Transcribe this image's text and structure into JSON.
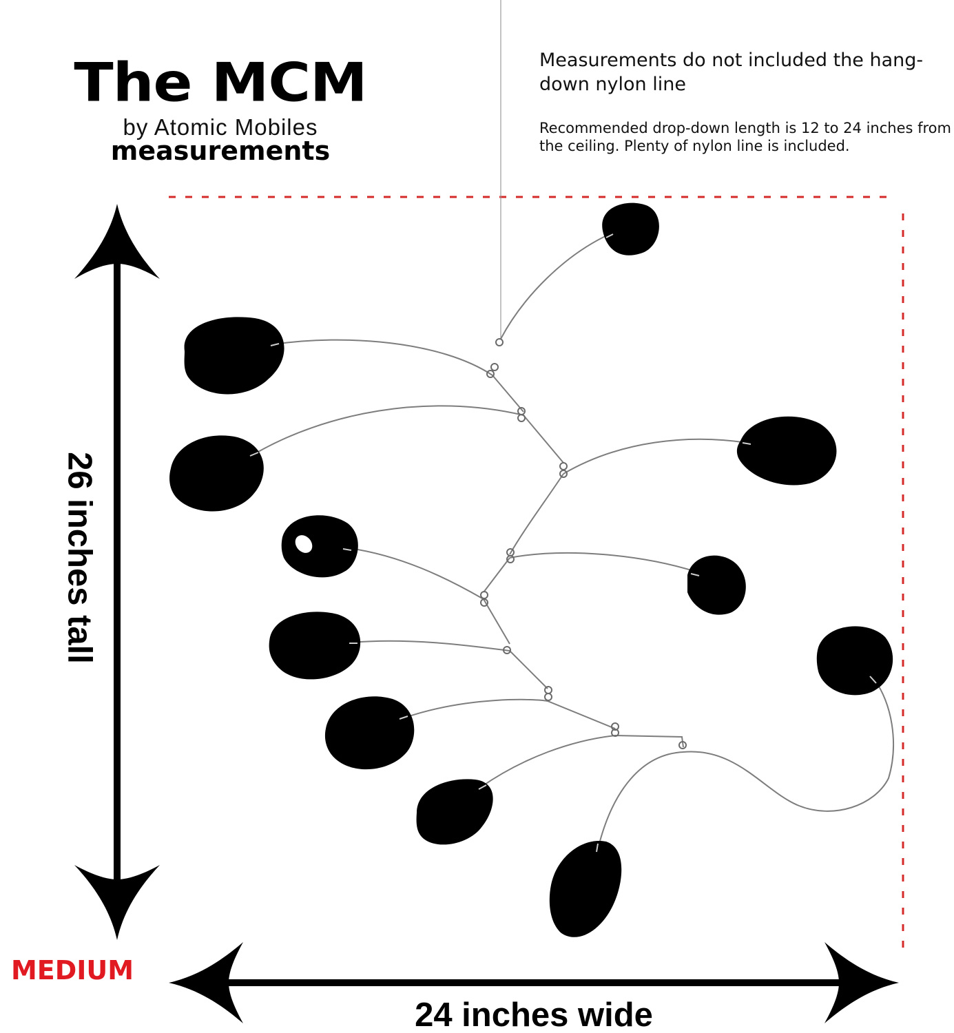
{
  "title": {
    "main": "The MCM",
    "byline": "by Atomic Mobiles",
    "subtitle": "measurements"
  },
  "notes": {
    "primary": "Measurements do not included the hang-down nylon line",
    "secondary": "Recommended drop-down length is 12 to 24 inches from the ceiling. Plenty of nylon line is included."
  },
  "dimensions": {
    "height_label": "26 inches tall",
    "width_label": "24 inches wide",
    "size_label": "MEDIUM"
  },
  "colors": {
    "ink": "#000000",
    "accent": "#e11a22",
    "dashed_guide": "#d42a2a",
    "wire": "#8a8a8a"
  }
}
